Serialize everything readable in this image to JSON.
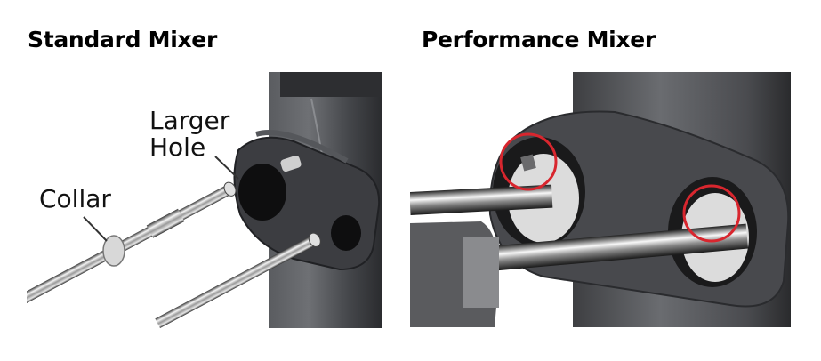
{
  "left": {
    "title": "Standard Mixer",
    "labels": {
      "hole_line1": "Larger",
      "hole_line2": "Hole",
      "collar": "Collar"
    }
  },
  "right": {
    "title": "Performance Mixer",
    "highlight_color": "#d8262e"
  }
}
